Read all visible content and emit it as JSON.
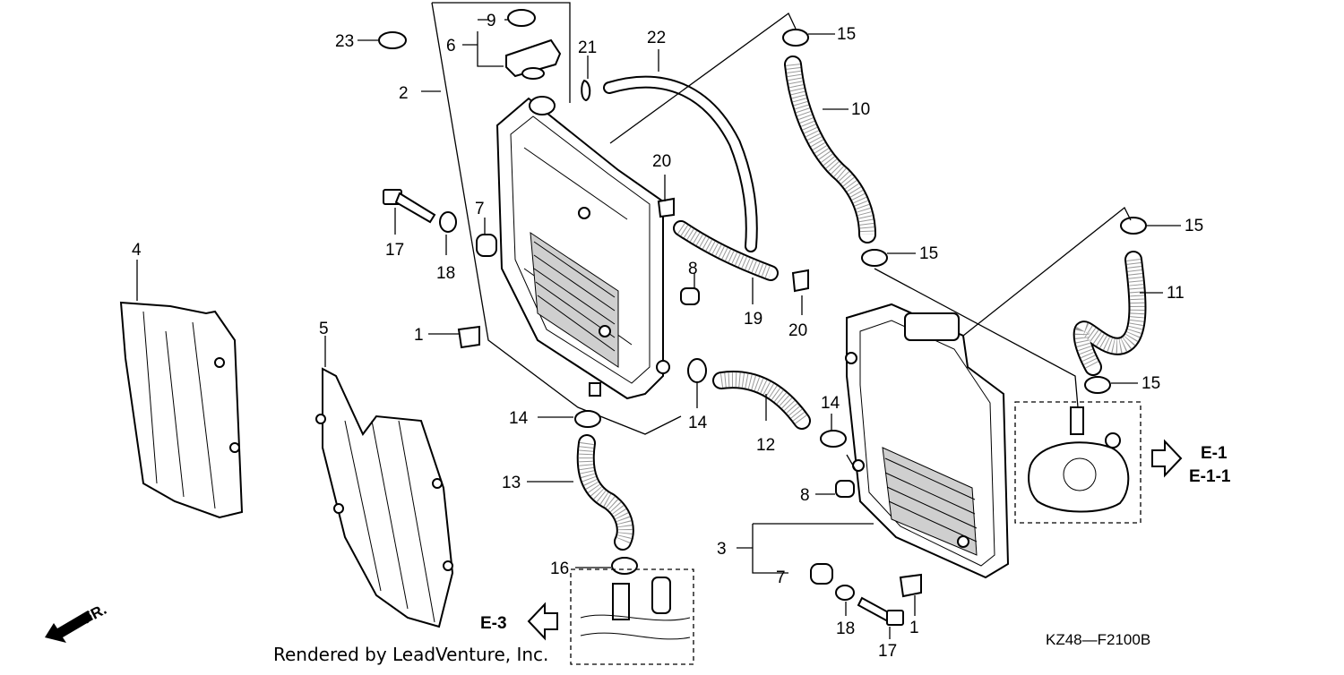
{
  "callouts": {
    "c1a": "1",
    "c1b": "1",
    "c2": "2",
    "c3": "3",
    "c4": "4",
    "c5": "5",
    "c6": "6",
    "c7a": "7",
    "c7b": "7",
    "c8a": "8",
    "c8b": "8",
    "c9": "9",
    "c10": "10",
    "c11": "11",
    "c12": "12",
    "c13": "13",
    "c14a": "14",
    "c14b": "14",
    "c14c": "14",
    "c15a": "15",
    "c15b": "15",
    "c15c": "15",
    "c15d": "15",
    "c16": "16",
    "c17a": "17",
    "c17b": "17",
    "c18a": "18",
    "c18b": "18",
    "c19": "19",
    "c20a": "20",
    "c20b": "20",
    "c21": "21",
    "c22": "22",
    "c23": "23"
  },
  "references": {
    "e1": "E-1",
    "e11": "E-1-1",
    "e3": "E-3"
  },
  "direction_label": "FR.",
  "diagram_code": "KZ48—F2100B",
  "credit": "Rendered by LeadVenture, Inc.",
  "colors": {
    "ink": "#000000",
    "paper": "#ffffff",
    "texture": "#999999"
  }
}
